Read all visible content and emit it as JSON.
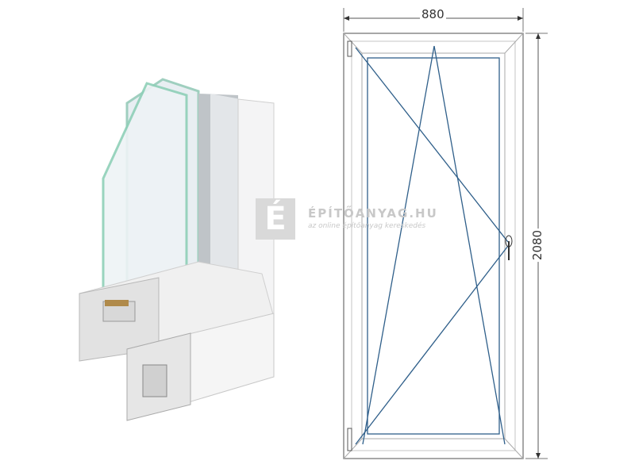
{
  "drawing": {
    "width_label": "880",
    "height_label": "2080",
    "glass_line_color": "#2f5f8a",
    "frame_line_color": "#9a9a9a"
  },
  "watermark": {
    "logo_letter": "É",
    "title": "ÉPÍTŐANYAG.HU",
    "subtitle": "az online építőanyag kereskedés"
  }
}
